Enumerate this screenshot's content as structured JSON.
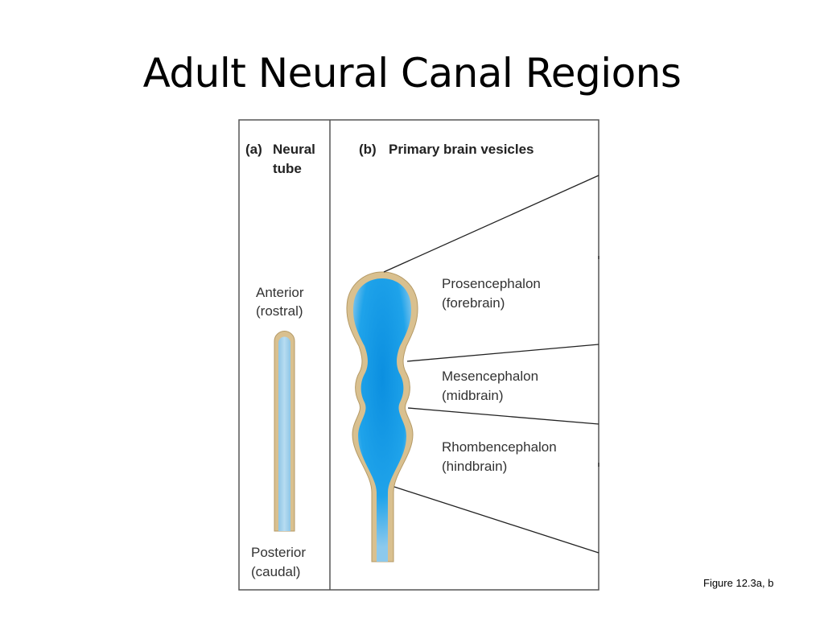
{
  "slide": {
    "title": "Adult Neural Canal Regions",
    "caption": "Figure 12.3a, b"
  },
  "panel_a": {
    "letter": "(a)",
    "heading_line1": "Neural",
    "heading_line2": "tube",
    "anterior_line1": "Anterior",
    "anterior_line2": "(rostral)",
    "posterior_line1": "Posterior",
    "posterior_line2": "(caudal)"
  },
  "panel_b": {
    "letter": "(b)",
    "heading": "Primary brain vesicles",
    "vesicles": [
      {
        "name": "Prosencephalon",
        "common": "(forebrain)"
      },
      {
        "name": "Mesencephalon",
        "common": "(midbrain)"
      },
      {
        "name": "Rhombencephalon",
        "common": "(hindbrain)"
      }
    ]
  },
  "colors": {
    "wall": "#d9c08f",
    "wall_stroke": "#b59a66",
    "lumen": "#1da1e8",
    "lumen_light": "#9fd3f0",
    "frame": "#555555"
  }
}
